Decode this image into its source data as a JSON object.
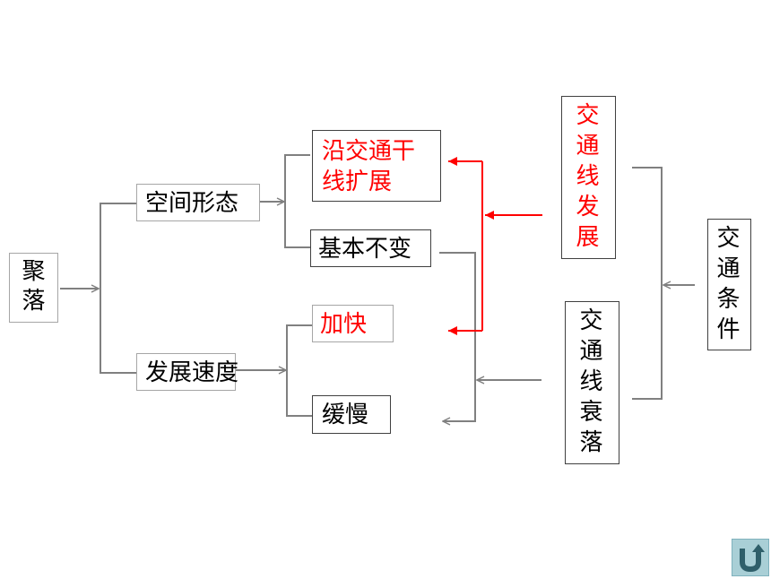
{
  "nodes": {
    "settlement": "聚落",
    "spatial_form": "空间形态",
    "dev_speed": "发展速度",
    "along_trunk": "沿交通干线扩展",
    "unchanged": "基本不变",
    "faster": "加快",
    "slower": "缓慢",
    "transport_line_dev": "交通线发展",
    "transport_line_decline": "交通线衰落",
    "transport_conditions": "交通条件"
  },
  "colors": {
    "highlight": "#ff0000",
    "connector": "#808080",
    "box_border": "#a6a6a6"
  },
  "icons": {
    "return_button": "u-turn-return-icon"
  }
}
